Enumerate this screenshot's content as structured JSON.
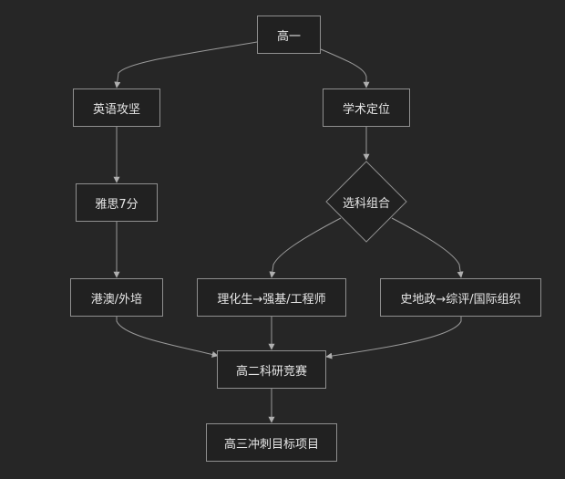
{
  "colors": {
    "background": "#262626",
    "node_fill": "#212121",
    "stroke": "#8f8f8f",
    "text": "#e6e6e6"
  },
  "nodes": {
    "root": "高一",
    "english": "英语攻坚",
    "academic": "学术定位",
    "ielts": "雅思7分",
    "subject_choice": "选科组合",
    "hk_macau": "港澳/外培",
    "sci_track": "理化生→强基/工程师",
    "arts_track": "史地政→综评/国际组织",
    "grade2": "高二科研竞赛",
    "grade3": "高三冲刺目标项目"
  }
}
